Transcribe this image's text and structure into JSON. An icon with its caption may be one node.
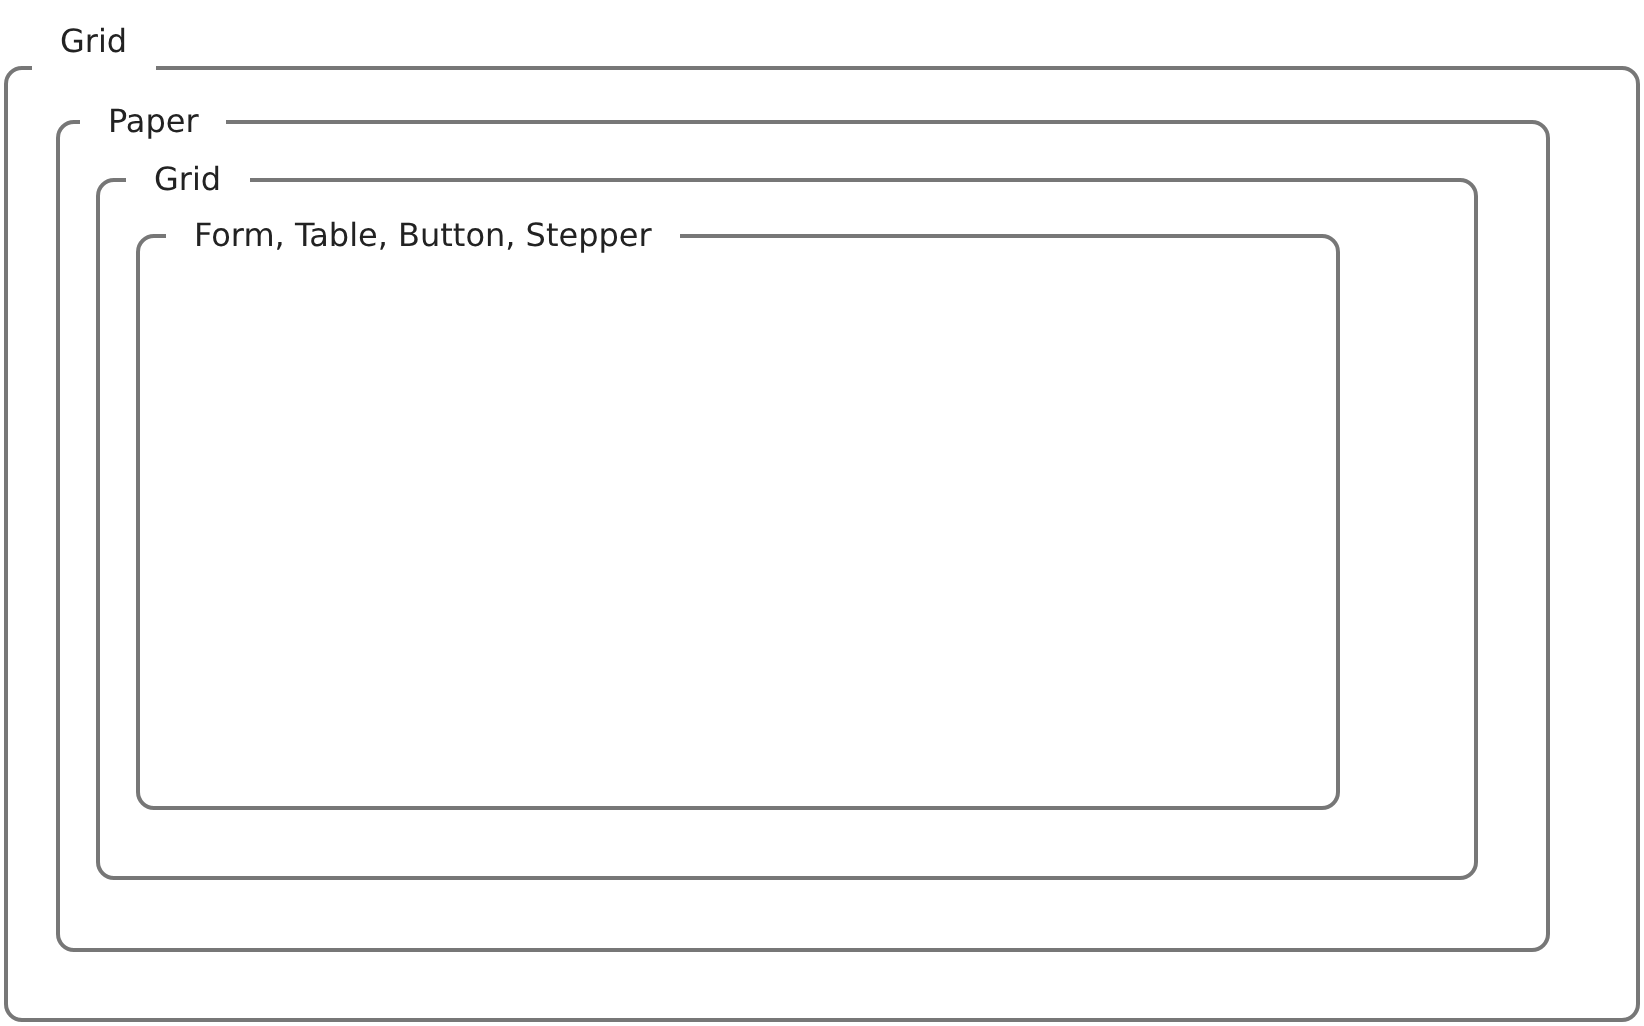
{
  "diagram": {
    "nodes": [
      {
        "text": [
          "Grid"
        ]
      },
      {
        "text": [
          "Paper"
        ],
        "in": 0
      },
      {
        "text": [
          "Grid"
        ],
        "in": 1
      },
      {
        "text": [
          "Form, Table, Button, Stepper"
        ],
        "in": 2
      }
    ]
  }
}
